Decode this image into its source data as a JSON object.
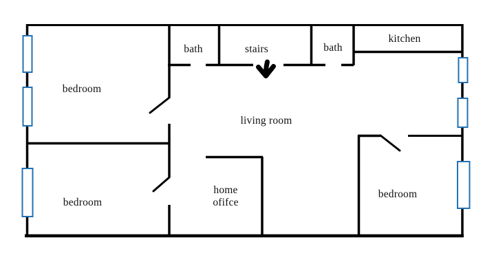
{
  "diagram": {
    "type": "house-floor-plan",
    "rooms": {
      "bedroom_top_left": {
        "label": "bedroom"
      },
      "bedroom_bottom_left": {
        "label": "bedroom"
      },
      "bedroom_right": {
        "label": "bedroom"
      },
      "bath_left": {
        "label": "bath"
      },
      "stairs": {
        "label": "stairs"
      },
      "bath_right": {
        "label": "bath"
      },
      "kitchen": {
        "label": "kitchen"
      },
      "living_room": {
        "label": "living room"
      },
      "home_office": {
        "label_line1": "home",
        "label_line2": "ofifce"
      }
    },
    "icons": {
      "stairs_entry_arrow": "down-arrow"
    },
    "features": {
      "windows_left_wall": 3,
      "windows_right_wall": 3,
      "door_openings": 6
    },
    "colors": {
      "wall": "#000000",
      "window_border": "#2271b3",
      "window_fill": "#ffffff",
      "text": "#111111",
      "background": "#ffffff"
    }
  }
}
